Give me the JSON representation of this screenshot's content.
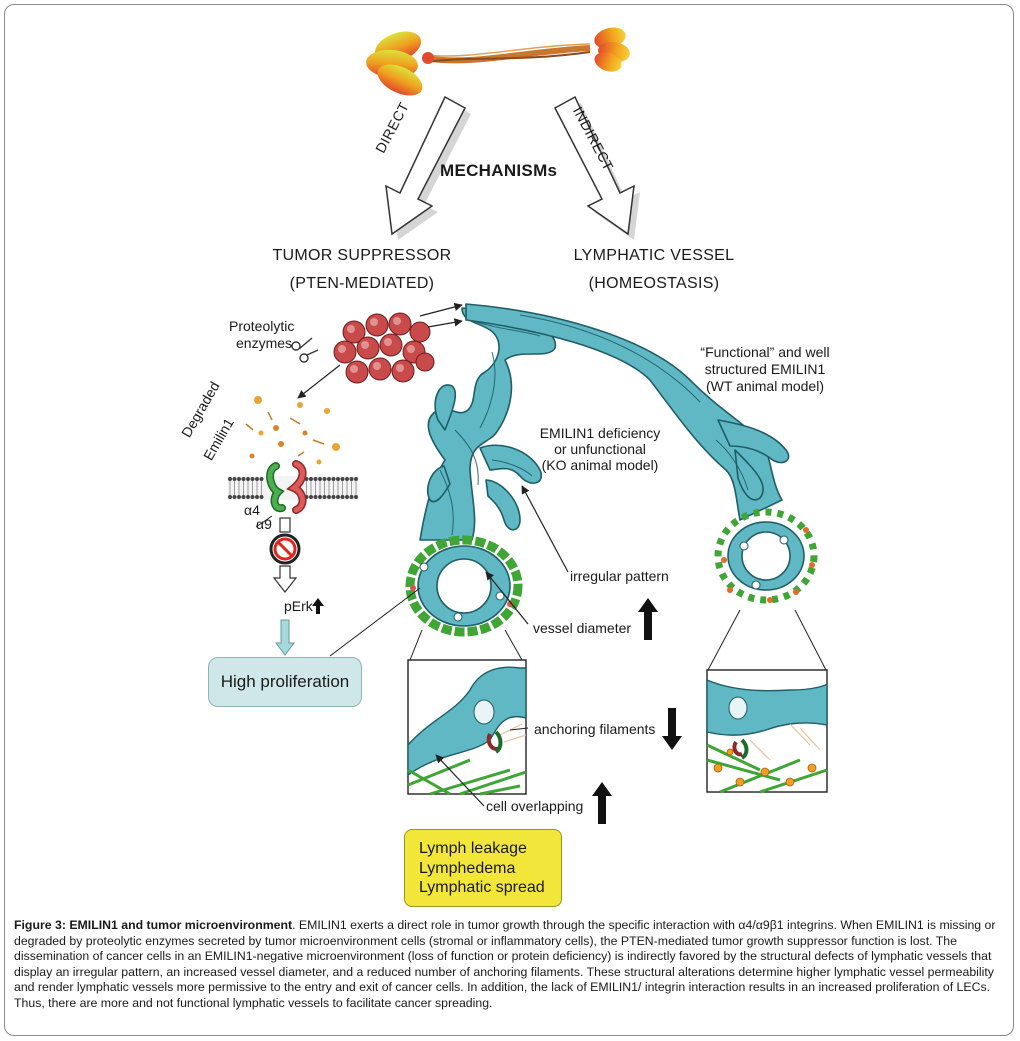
{
  "diagram": {
    "title": "MECHANISMs",
    "direct_arrow": "DIRECT",
    "indirect_arrow": "INDIRECT",
    "left_branch": {
      "line1": "TUMOR SUPPRESSOR",
      "line2": "(PTEN-MEDIATED)"
    },
    "right_branch": {
      "line1": "LYMPHATIC VESSEL",
      "line2": "(HOMEOSTASIS)"
    },
    "proteolytic": {
      "line1": "Proteolytic",
      "line2": "enzymes"
    },
    "degraded": {
      "line1": "Degraded",
      "line2": "Emilin1"
    },
    "alpha4": "α4",
    "alpha9": "α9",
    "perk": "pErk",
    "high_proliferation": "High proliferation",
    "ko_model": {
      "line1": "EMILIN1 deficiency",
      "line2": "or unfunctional",
      "line3": "(KO animal model)"
    },
    "wt_model": {
      "line1": "“Functional” and well",
      "line2": "structured EMILIN1",
      "line3": "(WT animal model)"
    },
    "irregular_pattern": "irregular pattern",
    "vessel_diameter": "vessel diameter",
    "anchoring_filaments": "anchoring filaments",
    "cell_overlapping": "cell overlapping",
    "outcomes": [
      "Lymph leakage",
      "Lymphedema",
      "Lymphatic spread"
    ]
  },
  "caption": {
    "title": "Figure 3: EMILIN1 and tumor microenvironment",
    "text": ". EMILIN1 exerts a direct role in tumor growth through the specific interaction with α4/α9β1 integrins. When EMILIN1 is missing or degraded by proteolytic enzymes secreted by tumor microenvironment cells (stromal or inflammatory cells), the PTEN-mediated tumor growth suppressor function is lost. The dissemination of cancer cells in an EMILIN1-negative microenvironment (loss of function or protein deficiency) is indirectly favored by the structural defects of lymphatic vessels that display an irregular pattern, an increased vessel diameter, and a reduced number of anchoring filaments. These structural alterations determine higher lymphatic vessel permeability and render lymphatic vessels more permissive to the entry and exit of cancer cells. In addition, the lack of EMILIN1/ integrin interaction results in an increased proliferation of LECs. Thus, there are more and not functional lymphatic vessels to facilitate cancer spreading."
  },
  "colors": {
    "vessel": "#5fb8c3",
    "vessel_stroke": "#1f5e66",
    "tumor": "#c94a4a",
    "fibers": "#3fa535",
    "outcome_box": "#f2e63a",
    "prolif_box": "#cfe7e9"
  },
  "icons": [
    "emilin1-trimer-icon",
    "scissors-icon",
    "prohibited-icon",
    "up-arrow-icon",
    "down-arrow-icon",
    "integrin-icon"
  ]
}
